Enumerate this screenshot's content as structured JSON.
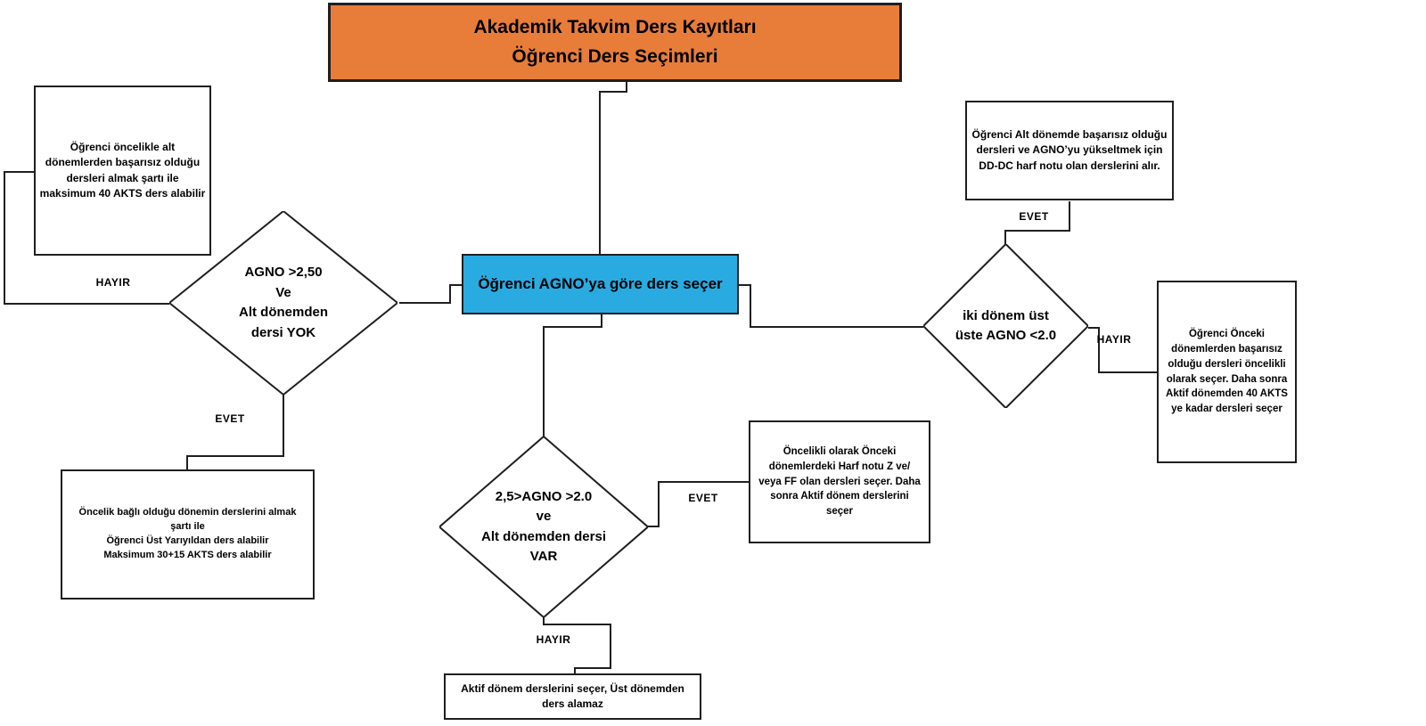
{
  "colors": {
    "title_bg": "#E87D3A",
    "process_bg": "#29ABE2",
    "line": "#1f1f1f",
    "text": "#000000"
  },
  "nodes": {
    "title": {
      "text": "Akademik Takvim Ders Kayıtları\nÖğrenci Ders Seçimleri"
    },
    "process_select_by_agno": {
      "text": "Öğrenci AGNO’ya göre ders seçer"
    },
    "decision_left": {
      "text": "AGNO >2,50\nVe\nAlt dönemden\ndersi YOK"
    },
    "decision_center": {
      "text": "2,5>AGNO >2.0\nve\nAlt dönemden dersi\nVAR"
    },
    "decision_right": {
      "text": "iki dönem üst\nüste AGNO <2.0"
    },
    "box_top_left": {
      "text": "Öğrenci öncelikle alt\ndönemlerden başarısız olduğu\ndersleri almak şartı ile\nmaksimum 40 AKTS ders alabilir"
    },
    "box_bottom_left": {
      "text": "Öncelik bağlı olduğu dönemin derslerini almak\nşartı ile\nÖğrenci Üst Yarıyıldan ders alabilir\nMaksimum 30+15 AKTS ders alabilir"
    },
    "box_center_right": {
      "text": "Öncelikli olarak Önceki\ndönemlerdeki Harf notu Z ve/\nveya FF olan dersleri seçer. Daha\nsonra Aktif dönem derslerini\nseçer"
    },
    "box_bottom": {
      "text": "Aktif dönem derslerini seçer, Üst dönemden\nders alamaz"
    },
    "box_top_right": {
      "text": "Öğrenci Alt dönemde başarısız olduğu\ndersleri ve AGNO’yu yükseltmek için\nDD-DC harf notu olan derslerini alır."
    },
    "box_rightmost": {
      "text": "Öğrenci Önceki\ndönemlerden başarısız\nolduğu dersleri öncelikli\nolarak seçer. Daha sonra\nAktif dönemden 40 AKTS\nye kadar dersleri seçer"
    }
  },
  "labels": {
    "hayir_left": "HAYIR",
    "evet_left": "EVET",
    "hayir_center": "HAYIR",
    "evet_center": "EVET",
    "evet_right": "EVET",
    "hayir_right": "HAYIR"
  }
}
